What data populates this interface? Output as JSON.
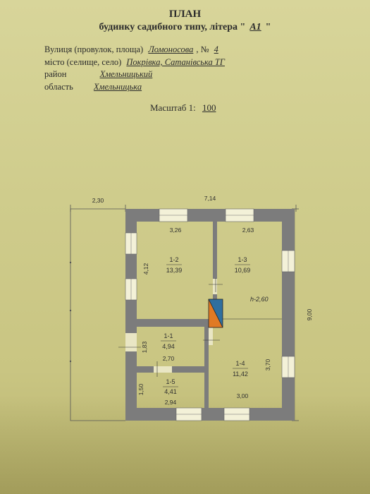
{
  "header": {
    "title": "ПЛАН",
    "subtitle_prefix": "будинку садибного типу, літера \"",
    "letter": "А1",
    "subtitle_suffix": "\""
  },
  "address": {
    "street_label": "Вулиця (провулок, площа)",
    "street_value": "Ломоносова",
    "number_label": ", №",
    "number_value": "4",
    "city_label": "місто (селище, село)",
    "city_value": "Покрівка, Сатанівська ТГ",
    "district_label": "район",
    "district_value": "Хмельницький",
    "region_label": "область",
    "region_value": "Хмельницька"
  },
  "scale": {
    "label": "Масштаб 1:",
    "value": "100"
  },
  "plan": {
    "overall_width": "7,14",
    "overall_height": "9,00",
    "ceiling_height": "h-2,60",
    "porch_width": "2,30",
    "rooms": [
      {
        "id": "1-2",
        "area": "13,39",
        "width": "3,26",
        "depth": "4,12"
      },
      {
        "id": "1-3",
        "area": "10,69",
        "width": "2,63"
      },
      {
        "id": "1-1",
        "area": "4,94",
        "width": "2,70",
        "depth": "1,83"
      },
      {
        "id": "1-4",
        "area": "11,42",
        "width": "3,00",
        "depth": "3,70"
      },
      {
        "id": "1-5",
        "area": "4,41",
        "width": "2,94",
        "depth": "1,50"
      }
    ]
  },
  "colors": {
    "wall": "#7c7c7c",
    "door_blue": "#2f6f9f",
    "door_orange": "#e07a24"
  }
}
